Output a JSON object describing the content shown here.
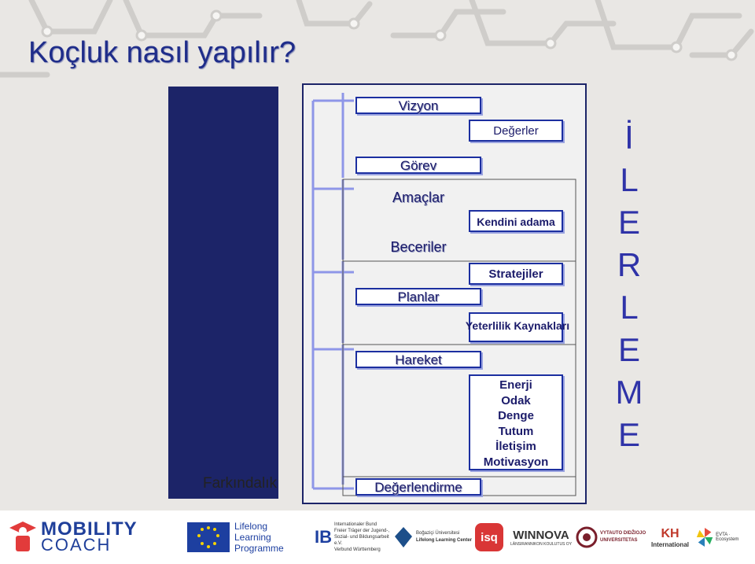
{
  "title": "Koçluk nasıl yapılır?",
  "left_column": {
    "side_label": "Farkındalık",
    "boxes": [
      "Vizyon",
      "Görev",
      "Amaçlar",
      "Beceriler",
      "Planlar",
      "Hareket",
      "Değerlendirme"
    ]
  },
  "right_column": {
    "degerler": "Değerler",
    "kendini_adama": "Kendini adama",
    "stratejiler": "Stratejiler",
    "yeterlilik": "Yeterlilik Kaynakları",
    "resources": [
      "Enerji",
      "Odak",
      "Denge",
      "Tutum",
      "İletişim",
      "Motivasyon"
    ]
  },
  "vertical_word": [
    "İ",
    "L",
    "E",
    "R",
    "L",
    "E",
    "M",
    "E"
  ],
  "footer": {
    "mobility": "MOBILITY",
    "coach": "COACH",
    "lifelong": [
      "Lifelong",
      "Learning",
      "Programme"
    ],
    "ib": "IB",
    "ib_lines": [
      "Internationaler Bund",
      "Freier Träger der Jugend-,",
      "Sozial- und Bildungsarbeit e.V.",
      "Verbund Württemberg"
    ],
    "bogazici": [
      "Boğaziçi Üniversitesi",
      "Lifelong Learning Center"
    ],
    "isq": "isq",
    "winnova": "WINNOVA",
    "winnova_sub": "LÄNSIRANNIKON KOULUTUS OY",
    "vdu": [
      "VYTAUTO DIDŽIOJO",
      "UNIVERSITETAS"
    ],
    "kh": "KH",
    "kh_sub": "International",
    "evta": "EVTA · Ecosystem"
  },
  "colors": {
    "accent": "#1c2468",
    "title": "#1f2d8a",
    "box_border": "#1c2fa0",
    "letters": "#2f33a8"
  }
}
